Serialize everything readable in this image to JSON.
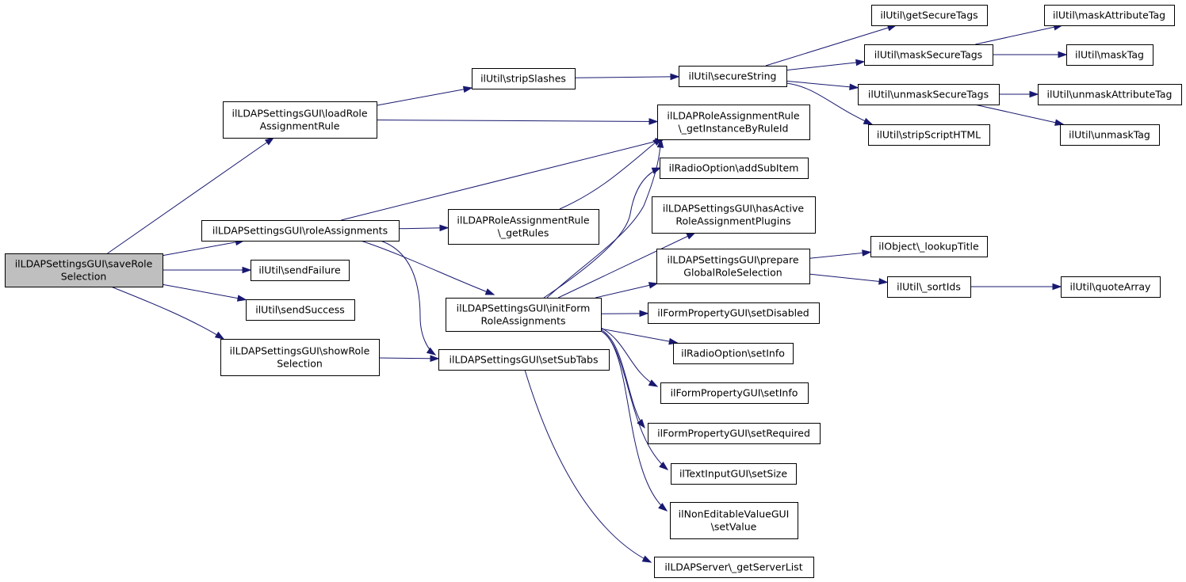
{
  "colors": {
    "edge": "#191970",
    "node_fill": "#ffffff",
    "node_stroke": "#000000",
    "root_fill": "#bfbfbf"
  },
  "nodes": [
    {
      "id": "saveRoleSelection",
      "lines": [
        "ilLDAPSettingsGUI\\saveRole",
        "Selection"
      ],
      "root": true
    },
    {
      "id": "loadRoleAssignmentRule",
      "lines": [
        "ilLDAPSettingsGUI\\loadRole",
        "AssignmentRule"
      ]
    },
    {
      "id": "roleAssignments",
      "lines": [
        "ilLDAPSettingsGUI\\roleAssignments"
      ]
    },
    {
      "id": "sendFailure",
      "lines": [
        "ilUtil\\sendFailure"
      ]
    },
    {
      "id": "sendSuccess",
      "lines": [
        "ilUtil\\sendSuccess"
      ]
    },
    {
      "id": "showRoleSelection",
      "lines": [
        "ilLDAPSettingsGUI\\showRole",
        "Selection"
      ]
    },
    {
      "id": "stripSlashes",
      "lines": [
        "ilUtil\\stripSlashes"
      ]
    },
    {
      "id": "getInstanceByRuleId",
      "lines": [
        "ilLDAPRoleAssignmentRule",
        "\\_getInstanceByRuleId"
      ]
    },
    {
      "id": "getRules",
      "lines": [
        "ilLDAPRoleAssignmentRule",
        "\\_getRules"
      ]
    },
    {
      "id": "initFormRoleAssignments",
      "lines": [
        "ilLDAPSettingsGUI\\initForm",
        "RoleAssignments"
      ]
    },
    {
      "id": "setSubTabs",
      "lines": [
        "ilLDAPSettingsGUI\\setSubTabs"
      ]
    },
    {
      "id": "secureString",
      "lines": [
        "ilUtil\\secureString"
      ]
    },
    {
      "id": "addSubItem",
      "lines": [
        "ilRadioOption\\addSubItem"
      ]
    },
    {
      "id": "hasActiveRoleAssignmentPlugins",
      "lines": [
        "ilLDAPSettingsGUI\\hasActive",
        "RoleAssignmentPlugins"
      ]
    },
    {
      "id": "prepareGlobalRoleSelection",
      "lines": [
        "ilLDAPSettingsGUI\\prepare",
        "GlobalRoleSelection"
      ]
    },
    {
      "id": "setDisabled",
      "lines": [
        "ilFormPropertyGUI\\setDisabled"
      ]
    },
    {
      "id": "radioSetInfo",
      "lines": [
        "ilRadioOption\\setInfo"
      ]
    },
    {
      "id": "formSetInfo",
      "lines": [
        "ilFormPropertyGUI\\setInfo"
      ]
    },
    {
      "id": "setRequired",
      "lines": [
        "ilFormPropertyGUI\\setRequired"
      ]
    },
    {
      "id": "setSize",
      "lines": [
        "ilTextInputGUI\\setSize"
      ]
    },
    {
      "id": "setValue",
      "lines": [
        "ilNonEditableValueGUI",
        "\\setValue"
      ]
    },
    {
      "id": "getServerList",
      "lines": [
        "ilLDAPServer\\_getServerList"
      ]
    },
    {
      "id": "getSecureTags",
      "lines": [
        "ilUtil\\getSecureTags"
      ]
    },
    {
      "id": "maskSecureTags",
      "lines": [
        "ilUtil\\maskSecureTags"
      ]
    },
    {
      "id": "unmaskSecureTags",
      "lines": [
        "ilUtil\\unmaskSecureTags"
      ]
    },
    {
      "id": "stripScriptHTML",
      "lines": [
        "ilUtil\\stripScriptHTML"
      ]
    },
    {
      "id": "lookupTitle",
      "lines": [
        "ilObject\\_lookupTitle"
      ]
    },
    {
      "id": "sortIds",
      "lines": [
        "ilUtil\\_sortIds"
      ]
    },
    {
      "id": "maskAttributeTag",
      "lines": [
        "ilUtil\\maskAttributeTag"
      ]
    },
    {
      "id": "maskTag",
      "lines": [
        "ilUtil\\maskTag"
      ]
    },
    {
      "id": "unmaskAttributeTag",
      "lines": [
        "ilUtil\\unmaskAttributeTag"
      ]
    },
    {
      "id": "unmaskTag",
      "lines": [
        "ilUtil\\unmaskTag"
      ]
    },
    {
      "id": "quoteArray",
      "lines": [
        "ilUtil\\quoteArray"
      ]
    }
  ],
  "edges": [
    {
      "from": "saveRoleSelection",
      "to": "loadRoleAssignmentRule"
    },
    {
      "from": "saveRoleSelection",
      "to": "roleAssignments"
    },
    {
      "from": "saveRoleSelection",
      "to": "sendFailure"
    },
    {
      "from": "saveRoleSelection",
      "to": "sendSuccess"
    },
    {
      "from": "saveRoleSelection",
      "to": "showRoleSelection"
    },
    {
      "from": "loadRoleAssignmentRule",
      "to": "stripSlashes"
    },
    {
      "from": "loadRoleAssignmentRule",
      "to": "getInstanceByRuleId"
    },
    {
      "from": "roleAssignments",
      "to": "getInstanceByRuleId"
    },
    {
      "from": "roleAssignments",
      "to": "getRules"
    },
    {
      "from": "roleAssignments",
      "to": "initFormRoleAssignments"
    },
    {
      "from": "roleAssignments",
      "to": "setSubTabs"
    },
    {
      "from": "showRoleSelection",
      "to": "setSubTabs"
    },
    {
      "from": "stripSlashes",
      "to": "secureString"
    },
    {
      "from": "getRules",
      "to": "getInstanceByRuleId"
    },
    {
      "from": "initFormRoleAssignments",
      "to": "getInstanceByRuleId"
    },
    {
      "from": "initFormRoleAssignments",
      "to": "addSubItem"
    },
    {
      "from": "initFormRoleAssignments",
      "to": "hasActiveRoleAssignmentPlugins"
    },
    {
      "from": "initFormRoleAssignments",
      "to": "prepareGlobalRoleSelection"
    },
    {
      "from": "initFormRoleAssignments",
      "to": "setDisabled"
    },
    {
      "from": "initFormRoleAssignments",
      "to": "radioSetInfo"
    },
    {
      "from": "initFormRoleAssignments",
      "to": "formSetInfo"
    },
    {
      "from": "initFormRoleAssignments",
      "to": "setRequired"
    },
    {
      "from": "initFormRoleAssignments",
      "to": "setSize"
    },
    {
      "from": "initFormRoleAssignments",
      "to": "setValue"
    },
    {
      "from": "setSubTabs",
      "to": "getServerList"
    },
    {
      "from": "secureString",
      "to": "getSecureTags"
    },
    {
      "from": "secureString",
      "to": "maskSecureTags"
    },
    {
      "from": "secureString",
      "to": "unmaskSecureTags"
    },
    {
      "from": "secureString",
      "to": "stripScriptHTML"
    },
    {
      "from": "maskSecureTags",
      "to": "maskAttributeTag"
    },
    {
      "from": "maskSecureTags",
      "to": "maskTag"
    },
    {
      "from": "unmaskSecureTags",
      "to": "unmaskAttributeTag"
    },
    {
      "from": "unmaskSecureTags",
      "to": "unmaskTag"
    },
    {
      "from": "prepareGlobalRoleSelection",
      "to": "lookupTitle"
    },
    {
      "from": "prepareGlobalRoleSelection",
      "to": "sortIds"
    },
    {
      "from": "sortIds",
      "to": "quoteArray"
    }
  ]
}
